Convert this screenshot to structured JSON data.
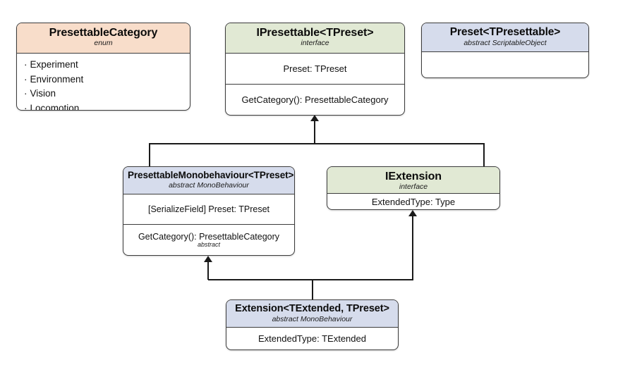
{
  "diagram": {
    "type": "uml-class-diagram",
    "background": "#ffffff",
    "colors": {
      "enum_header": "#f8ddca",
      "interface_header": "#e1e9d4",
      "class_header": "#d6dcec",
      "border": "#3c3c3c",
      "edge": "#1a1a1a",
      "body": "#ffffff"
    },
    "nodes": [
      {
        "id": "presettable-category",
        "title": "PresettableCategory",
        "stereotype": "enum",
        "header_color": "#f8ddca",
        "items": [
          "Experiment",
          "Environment",
          "Vision",
          "Locomotion"
        ],
        "rows": []
      },
      {
        "id": "ipresettable",
        "title": "IPresettable<TPreset>",
        "stereotype": "interface",
        "header_color": "#e1e9d4",
        "items": [],
        "rows": [
          {
            "text": "Preset: TPreset",
            "sub": ""
          },
          {
            "text": "GetCategory(): PresettableCategory",
            "sub": ""
          }
        ]
      },
      {
        "id": "preset",
        "title": "Preset<TPresettable>",
        "stereotype": "abstract ScriptableObject",
        "header_color": "#d6dcec",
        "items": [],
        "rows": [
          {
            "text": "",
            "sub": ""
          }
        ]
      },
      {
        "id": "presettable-monobehaviour",
        "title": "PresettableMonobehaviour<TPreset>",
        "stereotype": "abstract MonoBehaviour",
        "header_color": "#d6dcec",
        "items": [],
        "rows": [
          {
            "text": "[SerializeField] Preset: TPreset",
            "sub": ""
          },
          {
            "text": "GetCategory(): PresettableCategory",
            "sub": "abstract"
          }
        ]
      },
      {
        "id": "iextension",
        "title": "IExtension",
        "stereotype": "interface",
        "header_color": "#e1e9d4",
        "items": [],
        "rows": [
          {
            "text": "ExtendedType: Type",
            "sub": ""
          }
        ]
      },
      {
        "id": "extension",
        "title": "Extension<TExtended, TPreset>",
        "stereotype": "abstract MonoBehaviour",
        "header_color": "#d6dcec",
        "items": [],
        "rows": [
          {
            "text": "ExtendedType: TExtended",
            "sub": ""
          }
        ]
      }
    ],
    "edges": [
      {
        "from": "presettable-monobehaviour",
        "to": "ipresettable",
        "kind": "realization"
      },
      {
        "from": "iextension",
        "to": "ipresettable",
        "kind": "realization"
      },
      {
        "from": "extension",
        "to": "presettable-monobehaviour",
        "kind": "generalization"
      },
      {
        "from": "extension",
        "to": "iextension",
        "kind": "realization"
      }
    ]
  }
}
